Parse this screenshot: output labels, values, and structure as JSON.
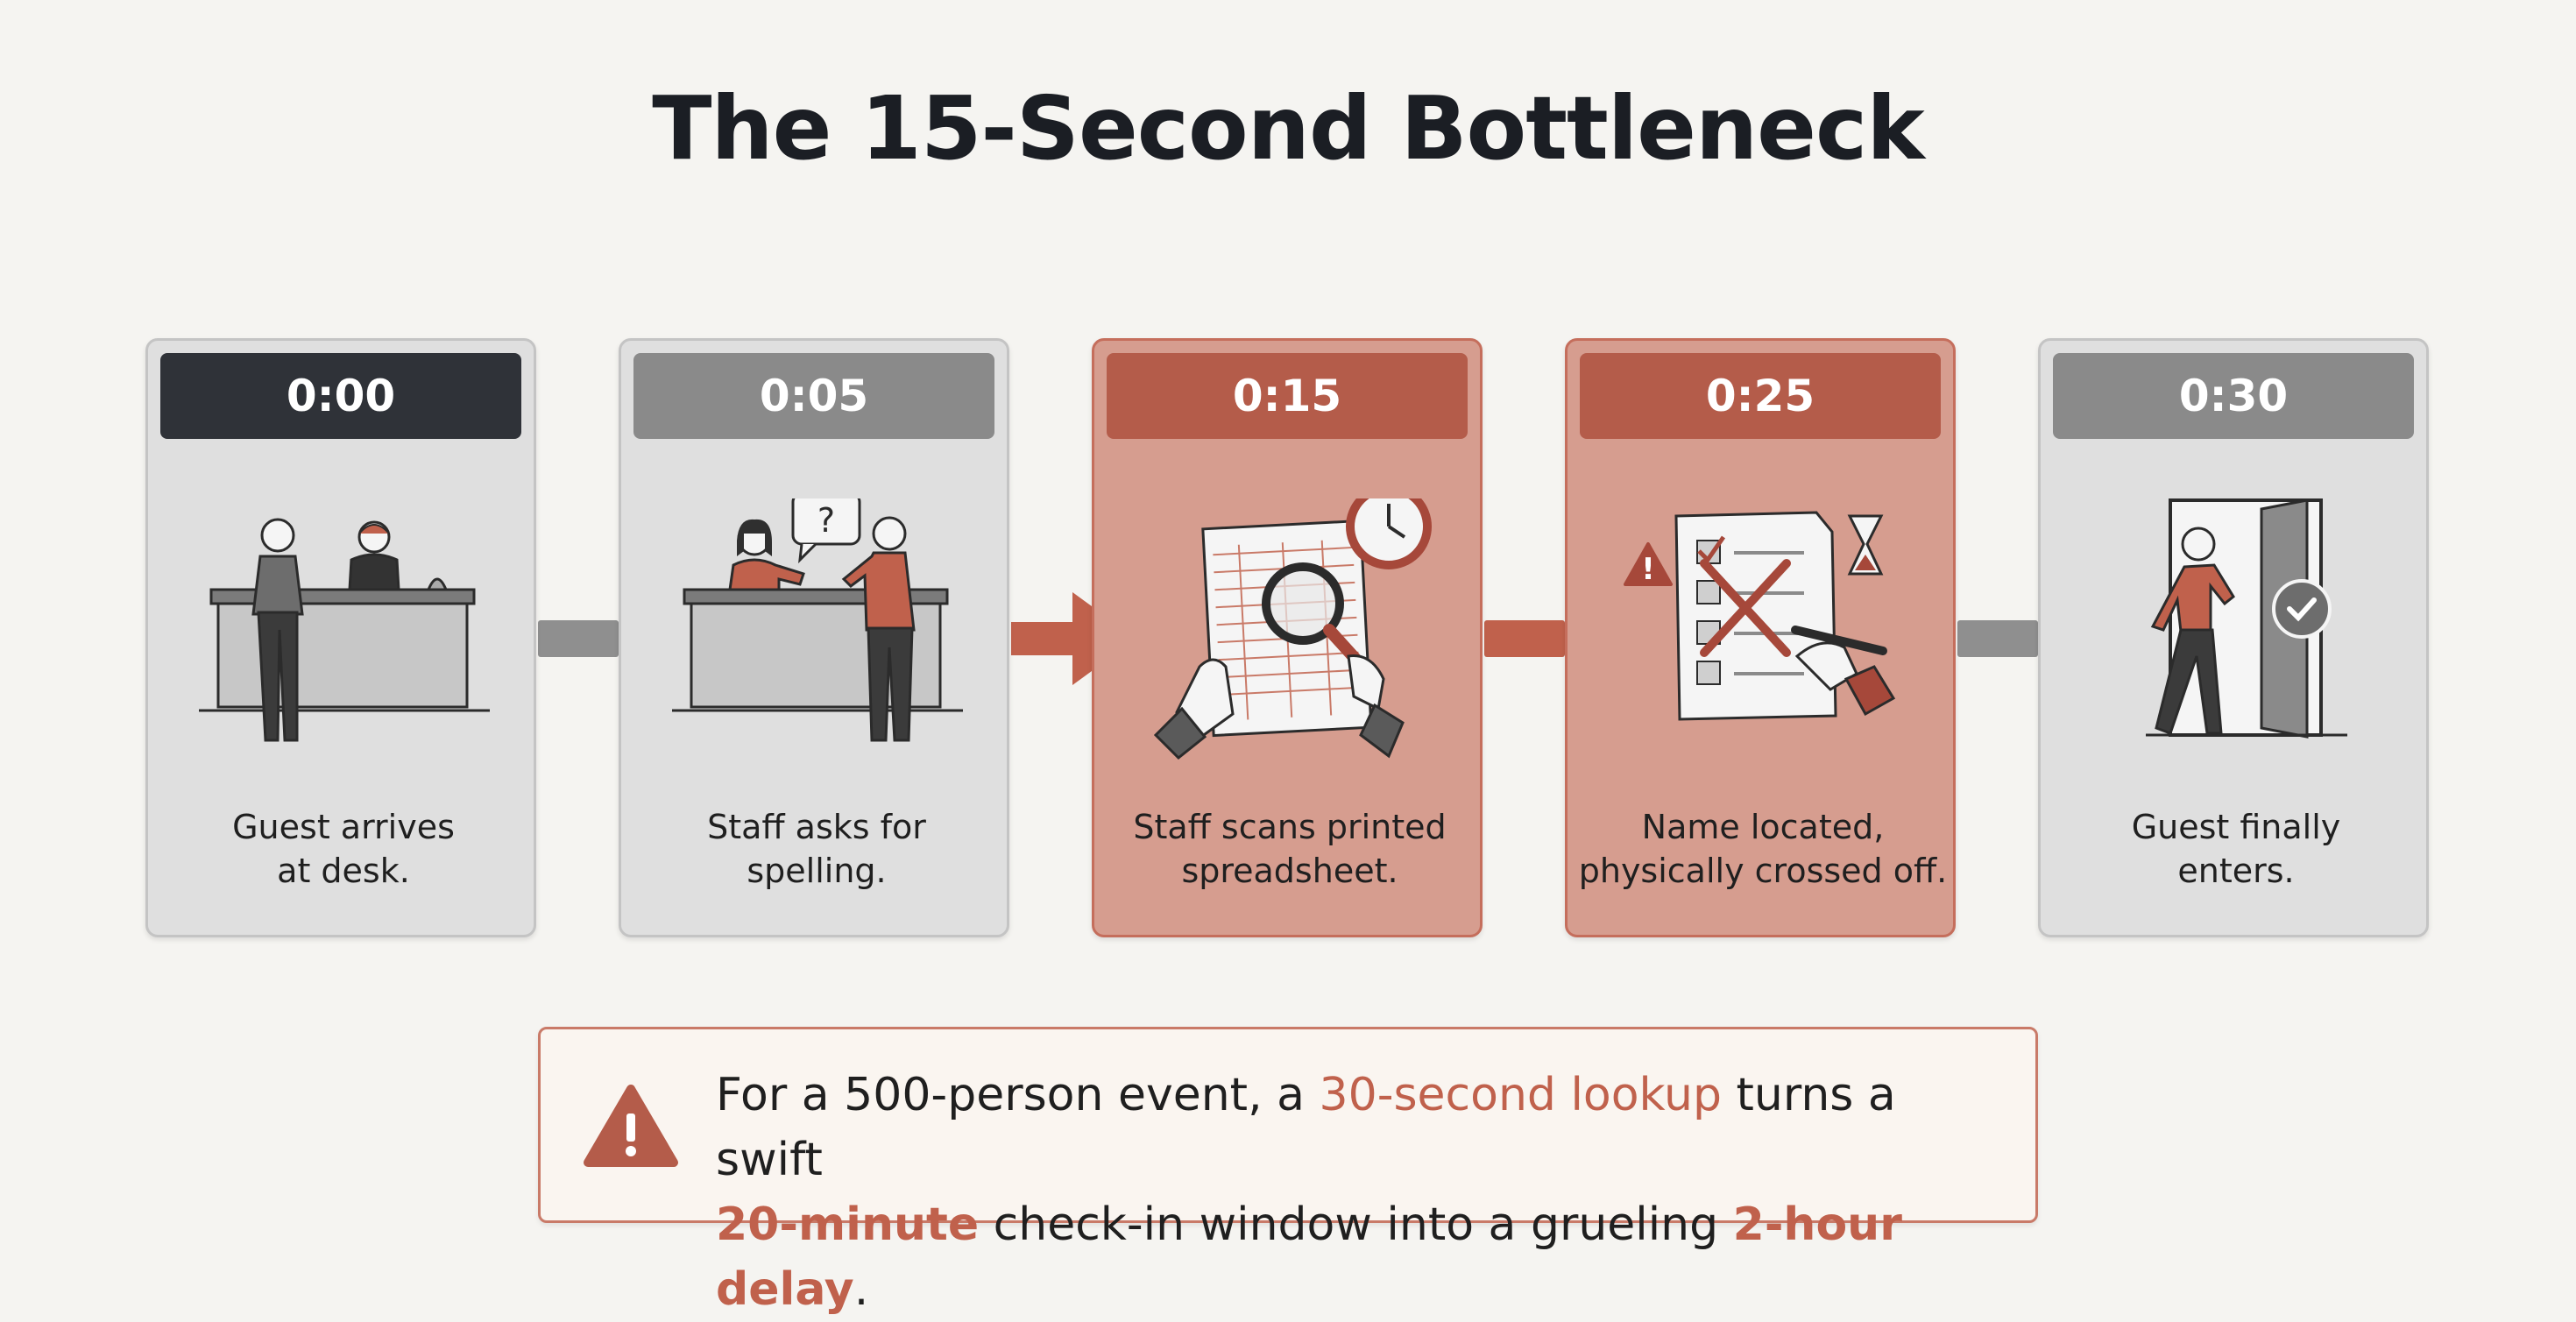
{
  "title": "The 15-Second Bottleneck",
  "colors": {
    "dark_badge": "#2f3238",
    "gray_badge": "#8a8a8a",
    "alert_badge": "#b45c4a",
    "alert_card": "#d69d8f",
    "neutral_card": "#dfdfdf",
    "accent": "#c0614c"
  },
  "steps": [
    {
      "time": "0:00",
      "caption": [
        "Guest arrives",
        "at desk."
      ],
      "icon": "reception-desk-icon"
    },
    {
      "time": "0:05",
      "caption": [
        "Staff asks for",
        "spelling."
      ],
      "icon": "question-speech-icon"
    },
    {
      "time": "0:15",
      "caption": [
        "Staff scans printed",
        "spreadsheet."
      ],
      "icon": "magnifier-spreadsheet-icon"
    },
    {
      "time": "0:25",
      "caption": [
        "Name located,",
        "physically crossed off."
      ],
      "icon": "checklist-cross-off-icon"
    },
    {
      "time": "0:30",
      "caption": [
        "Guest finally",
        "enters."
      ],
      "icon": "door-enter-icon"
    }
  ],
  "callout": {
    "icon": "warning-triangle-icon",
    "part1": "For a 500-person event, a ",
    "highlight1": "30-second lookup",
    "part2": " turns a swift",
    "highlight2": "20-minute",
    "part3": " check-in window into a grueling ",
    "highlight3": "2-hour delay",
    "part4": "."
  }
}
